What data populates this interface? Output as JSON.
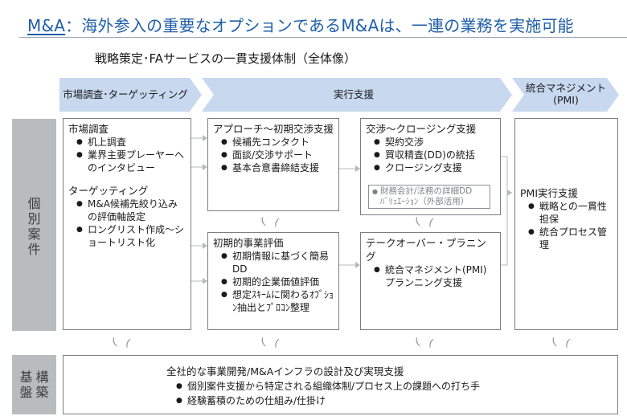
{
  "title": {
    "abbr": "M&A",
    "rest": "：海外参入の重要なオプションであるM&Aは、一連の業務を実施可能"
  },
  "subtitle": "戦略策定･FAサービスの一貫支援体制（全体像）",
  "phases": [
    "市場調査･ターゲッティング",
    "実行支援",
    "統合マネジメント\n(PMI)"
  ],
  "side_labels": {
    "case": "個別案件",
    "infra_col1": "構築",
    "infra_col2": "基盤"
  },
  "boxes": {
    "market": {
      "heading": "市場調査",
      "items": [
        "机上調査",
        "業界主要プレーヤーへのインタビュー"
      ],
      "heading2": "ターゲッティング",
      "items2": [
        "M&A候補先絞り込みの評価軸設定",
        "ロングリスト作成～ショートリスト化"
      ]
    },
    "approach": {
      "heading": "アプローチ～初期交渉支援",
      "items": [
        "候補先コンタクト",
        "面談/交渉サポート",
        "基本合意書締結支援"
      ]
    },
    "initial_eval": {
      "heading": "初期的事業評価",
      "items": [
        "初期情報に基づく簡易DD",
        "初期的企業価値評価",
        "想定ｽｷｰﾑに関わるｵﾌﾟｼｮﾝ抽出とﾌﾟﾛｺﾝ整理"
      ]
    },
    "negotiation": {
      "heading": "交渉～クロージング支援",
      "items": [
        "契約交渉",
        "買収精査(DD)の統括",
        "クロージング支援"
      ],
      "note": "財務会計/法務の詳細DD\nﾊﾞﾘｭｴｰｼｮﾝ（外部活用）"
    },
    "takeover": {
      "heading": "テークオーバー・プラニング",
      "items": [
        "統合マネジメント(PMI)プランニング支援"
      ]
    },
    "pmi": {
      "heading": "PMI実行支援",
      "items": [
        "戦略との一貫性担保",
        "統合プロセス管理"
      ]
    }
  },
  "infrastructure": {
    "heading": "全社的な事業開発/M&Aインフラの設計及び実現支援",
    "items": [
      "個別案件支援から特定される組織体制/プロセス上の課題への打ち手",
      "経験蓄積のための仕組み/仕掛け"
    ]
  },
  "cycle_glyphs": [
    "(",
    ")"
  ],
  "colors": {
    "title": "#1f5fa8",
    "chevron": "#c7d8ef",
    "side_band": "#b9bcbf",
    "arrow": "#b5b8bc"
  }
}
